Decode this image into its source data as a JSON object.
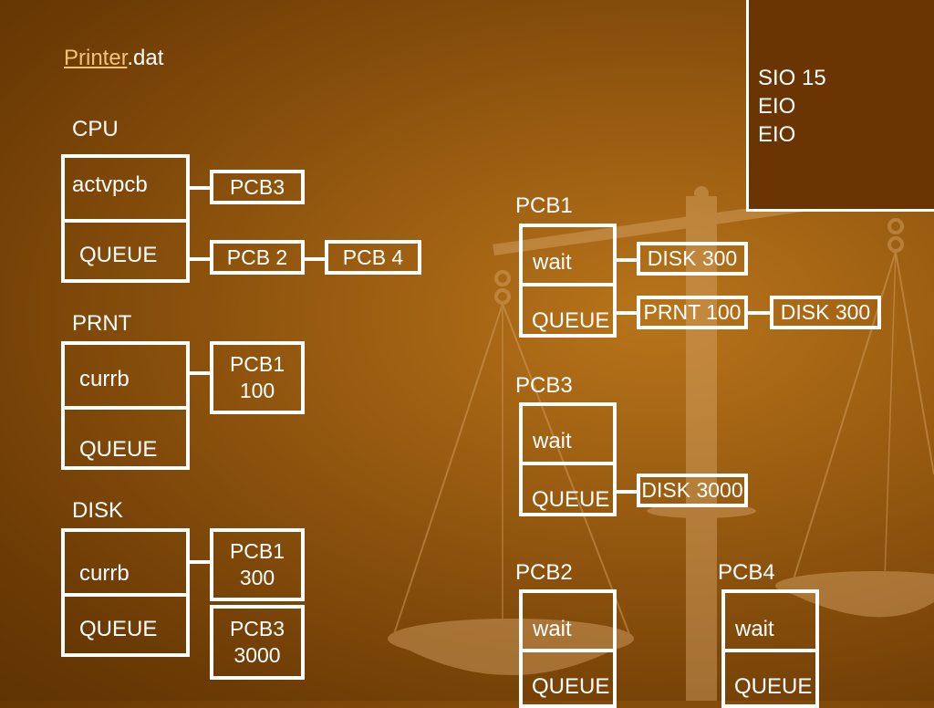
{
  "title": {
    "link": "Printer",
    "suffix": ".dat"
  },
  "sio_box": {
    "lines": [
      "SIO 15",
      "EIO",
      "EIO"
    ]
  },
  "cpu": {
    "label": "CPU",
    "top": "actvpcb",
    "bottom": "QUEUE",
    "top_link": [
      "PCB3"
    ],
    "queue_links": [
      "PCB 2",
      "PCB 4"
    ]
  },
  "prnt": {
    "label": "PRNT",
    "top": "currb",
    "bottom": "QUEUE",
    "current": "PCB1\n100"
  },
  "disk": {
    "label": "DISK",
    "top": "currb",
    "bottom": "QUEUE",
    "current": "PCB1\n300",
    "queue_links": [
      "PCB3\n3000"
    ]
  },
  "pcb1": {
    "label": "PCB1",
    "top": "wait",
    "bottom": "QUEUE",
    "wait_link": "DISK 300",
    "queue_links": [
      "PRNT 100",
      "DISK 300"
    ]
  },
  "pcb3": {
    "label": "PCB3",
    "top": "wait",
    "bottom": "QUEUE",
    "queue_links": [
      "DISK 3000"
    ]
  },
  "pcb2": {
    "label": "PCB2",
    "top": "wait",
    "bottom": "QUEUE"
  },
  "pcb4": {
    "label": "PCB4",
    "top": "wait",
    "bottom": "QUEUE"
  }
}
